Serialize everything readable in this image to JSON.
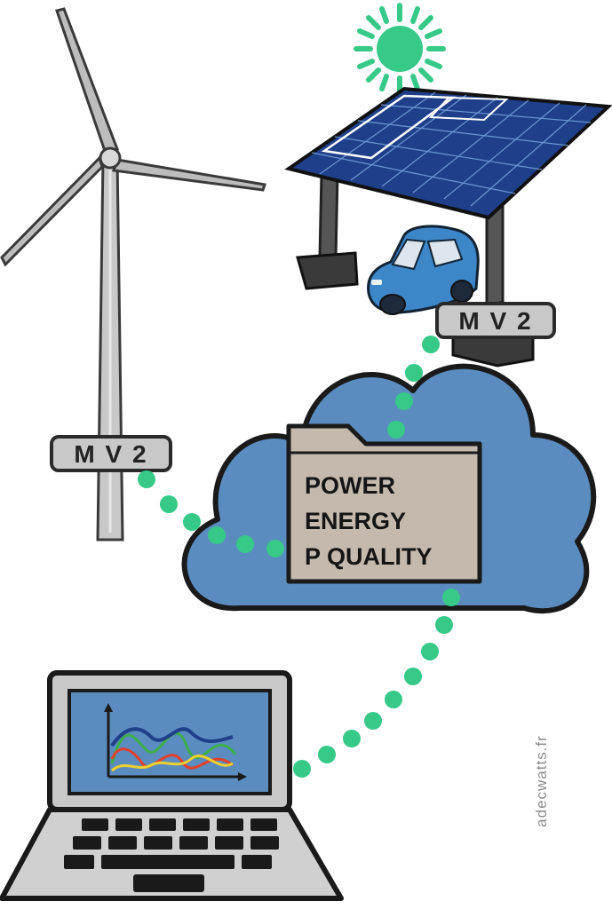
{
  "wind_turbine": {
    "meter_label": "M V 2"
  },
  "solar_carport": {
    "meter_label": "M V 2"
  },
  "cloud_folder": {
    "lines": [
      "POWER",
      "ENERGY",
      "P QUALITY"
    ]
  },
  "watermark": "adecwatts.fr",
  "colors": {
    "cloud_fill": "#5b8cc0",
    "folder_fill": "#c5b9ad",
    "dot_color": "#36c988",
    "sun_color": "#36c988",
    "panel_fill": "#1f3f8a",
    "car_fill": "#3d86c8",
    "tower_fill": "#c8c8c8",
    "screen_fill": "#5a8cbf",
    "line_outline": "#1a1a1a"
  },
  "mini_chart_colors": [
    "#1f3f8a",
    "#3cae4a",
    "#e2402a",
    "#f0d030"
  ]
}
